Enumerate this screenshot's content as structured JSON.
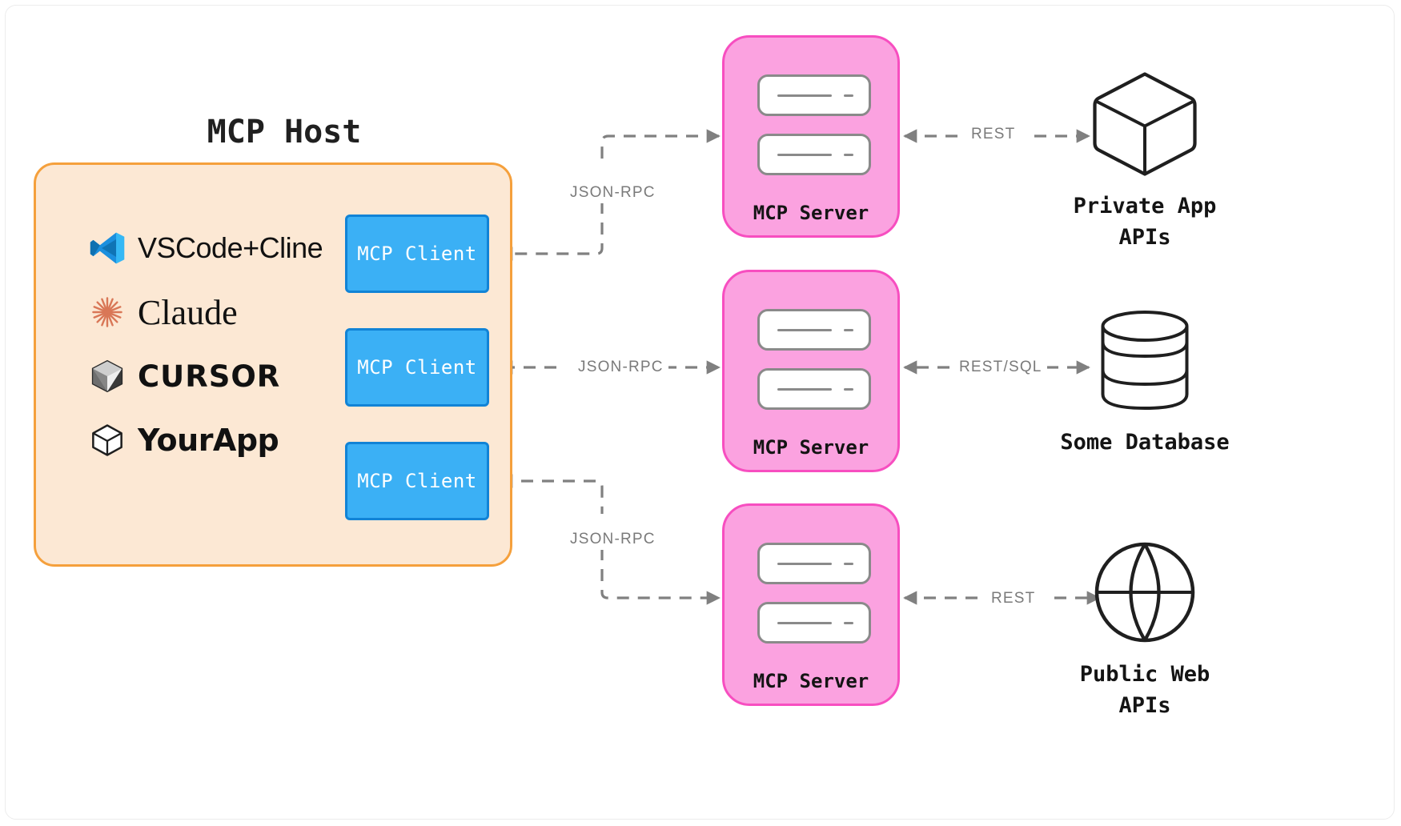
{
  "diagram": {
    "title_host": "MCP Host",
    "background": "#ffffff",
    "colors": {
      "host_fill": "#fce8d4",
      "host_border": "#f5a03c",
      "client_fill": "#3bb0f5",
      "client_border": "#1183d6",
      "server_fill": "#fba2e0",
      "server_border": "#f74ec0",
      "edge": "#808080",
      "icon_stroke": "#1f1f1f",
      "frame_border": "#ececec"
    }
  },
  "host": {
    "title": "MCP Host",
    "apps": [
      {
        "label": "VSCode+Cline",
        "icon": "vscode-logo-icon"
      },
      {
        "label": "Claude",
        "icon": "claude-logo-icon"
      },
      {
        "label": "CURSOR",
        "icon": "cursor-logo-icon"
      },
      {
        "label": "YourApp",
        "icon": "cube-outline-icon"
      }
    ],
    "clients": [
      {
        "label": "MCP Client"
      },
      {
        "label": "MCP Client"
      },
      {
        "label": "MCP Client"
      }
    ]
  },
  "servers": [
    {
      "label": "MCP Server",
      "cards": 2
    },
    {
      "label": "MCP Server",
      "cards": 2
    },
    {
      "label": "MCP Server",
      "cards": 2
    }
  ],
  "resources": [
    {
      "label_line1": "Private App",
      "label_line2": "APIs",
      "icon": "cube-3d-icon"
    },
    {
      "label_line1": "Some Database",
      "label_line2": "",
      "icon": "database-cylinder-icon"
    },
    {
      "label_line1": "Public Web",
      "label_line2": "APIs",
      "icon": "globe-icon"
    }
  ],
  "edges": [
    {
      "label": "JSON-RPC",
      "from": "mcp-server-1",
      "to": "mcp-client-1",
      "style": "dashed",
      "direction": "single",
      "routing": "elbow"
    },
    {
      "label": "JSON-RPC",
      "from": "mcp-client-2",
      "to": "mcp-server-2",
      "style": "dashed",
      "direction": "bidirectional",
      "routing": "straight"
    },
    {
      "label": "JSON-RPC",
      "from": "mcp-server-3",
      "to": "mcp-client-3",
      "style": "dashed",
      "direction": "single",
      "routing": "elbow"
    },
    {
      "label": "REST",
      "from": "mcp-server-1",
      "to": "private-app-apis",
      "style": "dashed",
      "direction": "bidirectional",
      "routing": "straight"
    },
    {
      "label": "REST/SQL",
      "from": "mcp-server-2",
      "to": "some-database",
      "style": "dashed",
      "direction": "bidirectional",
      "routing": "straight"
    },
    {
      "label": "REST",
      "from": "mcp-server-3",
      "to": "public-web-apis",
      "style": "dashed",
      "direction": "bidirectional",
      "routing": "straight"
    }
  ]
}
